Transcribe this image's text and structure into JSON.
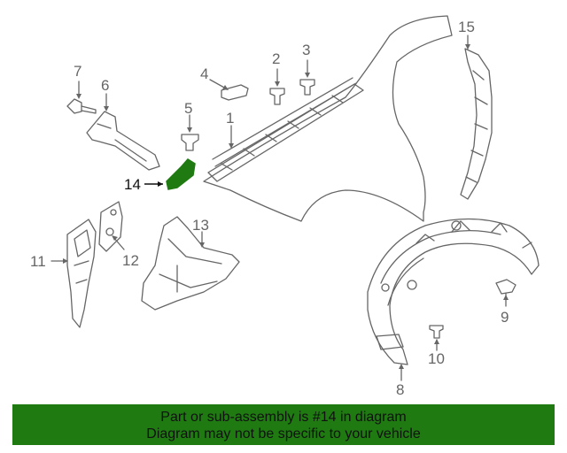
{
  "callouts": {
    "c1": "1",
    "c2": "2",
    "c3": "3",
    "c4": "4",
    "c5": "5",
    "c6": "6",
    "c7": "7",
    "c8": "8",
    "c9": "9",
    "c10": "10",
    "c11": "11",
    "c12": "12",
    "c13": "13",
    "c14": "14",
    "c15": "15"
  },
  "highlight_part": "14",
  "colors": {
    "line": "#666666",
    "highlight": "#1f7a12",
    "banner": "#1f7a12"
  },
  "banner": {
    "line1": "Part or sub-assembly is #14 in diagram",
    "line2": "Diagram may not be specific to your vehicle"
  }
}
